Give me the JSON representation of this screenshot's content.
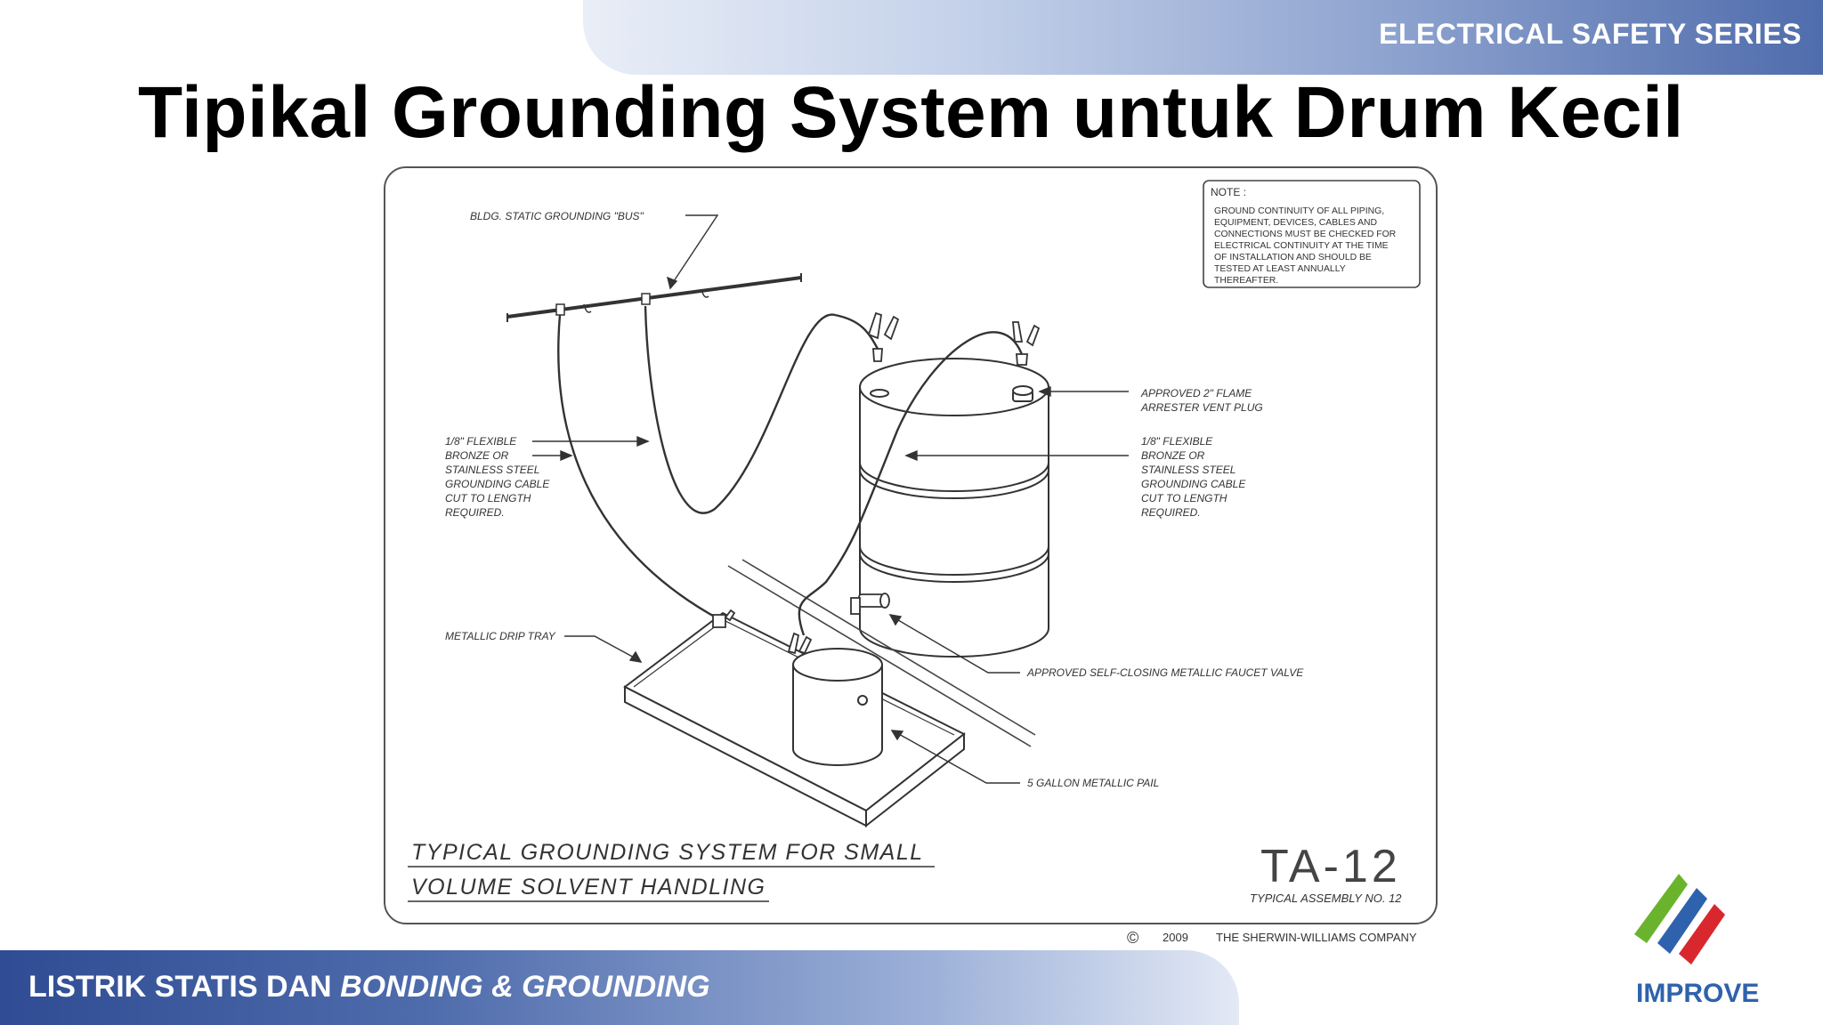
{
  "header": {
    "series": "ELECTRICAL SAFETY SERIES",
    "title": "Tipikal Grounding System untuk Drum Kecil"
  },
  "diagram": {
    "note_title": "NOTE :",
    "note_lines": [
      "GROUND CONTINUITY OF ALL PIPING,",
      "EQUIPMENT, DEVICES, CABLES AND",
      "CONNECTIONS MUST BE CHECKED FOR",
      "ELECTRICAL CONTINUITY AT THE TIME",
      "OF INSTALLATION AND SHOULD BE",
      "TESTED AT LEAST ANNUALLY",
      "THEREAFTER."
    ],
    "label_bus": "BLDG. STATIC GROUNDING \"BUS\"",
    "label_cable_left": [
      "1/8\" FLEXIBLE",
      "BRONZE OR",
      "STAINLESS STEEL",
      "GROUNDING CABLE",
      "CUT TO LENGTH",
      "REQUIRED."
    ],
    "label_vent": [
      "APPROVED 2\" FLAME",
      "ARRESTER VENT PLUG"
    ],
    "label_cable_right": [
      "1/8\" FLEXIBLE",
      "BRONZE OR",
      "STAINLESS STEEL",
      "GROUNDING CABLE",
      "CUT TO LENGTH",
      "REQUIRED."
    ],
    "label_tray": "METALLIC DRIP TRAY",
    "label_faucet": "APPROVED SELF-CLOSING METALLIC FAUCET VALVE",
    "label_pail": "5 GALLON METALLIC PAIL",
    "caption_line1": "TYPICAL GROUNDING SYSTEM FOR SMALL",
    "caption_line2": "VOLUME SOLVENT HANDLING",
    "code": "TA-12",
    "code_sub": "TYPICAL ASSEMBLY NO. 12",
    "copyright_symbol": "©",
    "copyright_year": "2009",
    "copyright_company": "THE SHERWIN-WILLIAMS COMPANY"
  },
  "footer": {
    "text_regular": "LISTRIK STATIS DAN ",
    "text_italic": "BONDING & GROUNDING"
  },
  "logo": {
    "text_im": "IM",
    "text_prove": "PROVE"
  },
  "colors": {
    "band_blue": "#4f6cac",
    "logo_blue": "#2f62ad",
    "logo_green": "#6ab42d",
    "logo_red": "#d8282e"
  }
}
